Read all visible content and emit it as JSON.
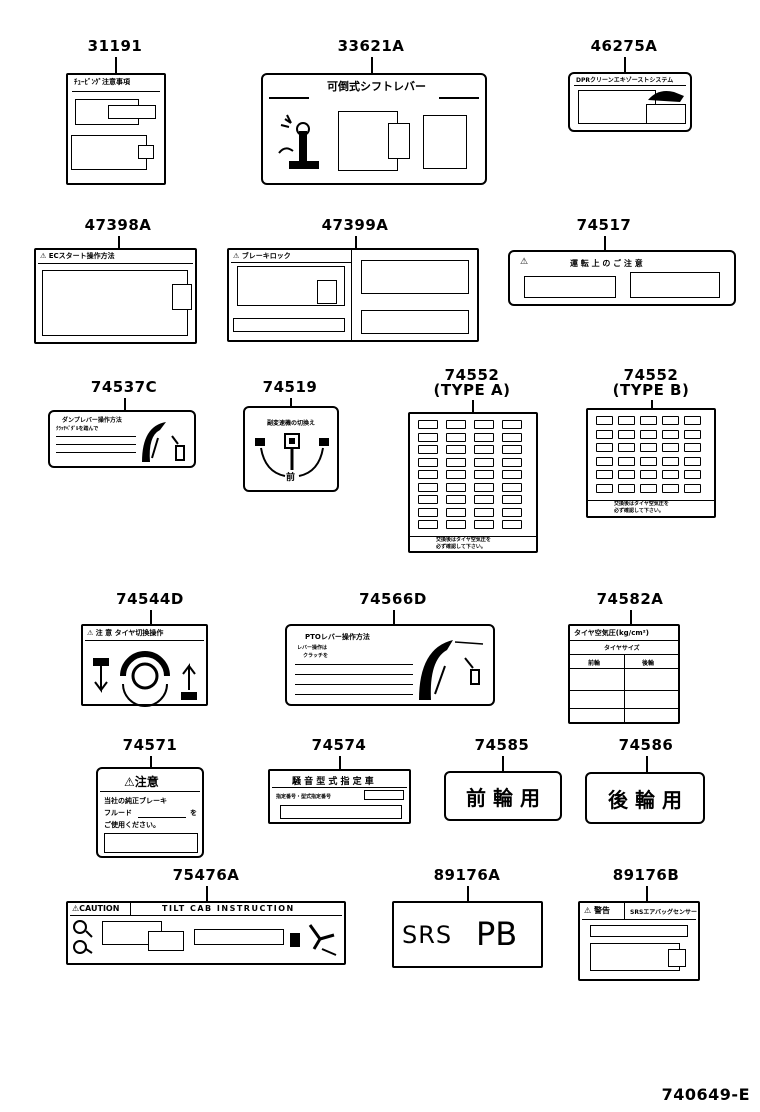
{
  "drawing_number": "740649-E",
  "labels": {
    "l31191": {
      "part_no": "31191",
      "title": "ﾁｭｰﾋﾞﾝｸﾞ注意事項"
    },
    "l33621a": {
      "part_no": "33621A",
      "title": "可倒式シフトレバー"
    },
    "l46275a": {
      "part_no": "46275A",
      "title": "DPRクリーンエキゾーストシステム"
    },
    "l47398a": {
      "part_no": "47398A",
      "title": "ECスタート操作方法"
    },
    "l47399a": {
      "part_no": "47399A",
      "title": "ブレーキロック"
    },
    "l74517": {
      "part_no": "74517",
      "title": "運 転 上 の ご 注 意"
    },
    "l74537c": {
      "part_no": "74537C",
      "title": "ダンプレバー操作方法",
      "sub": "ｸﾗｯﾁﾍﾟﾀﾞﾙを踏んで"
    },
    "l74519": {
      "part_no": "74519",
      "title": "副変速機の切換え",
      "sub": "前"
    },
    "l74552a": {
      "part_no": "74552",
      "type": "(TYPE A)",
      "footer1": "交換後はタイヤ空気圧を",
      "footer2": "必ず確認して下さい。"
    },
    "l74552b": {
      "part_no": "74552",
      "type": "(TYPE B)",
      "footer1": "交換後はタイヤ空気圧を",
      "footer2": "必ず確認して下さい。"
    },
    "l74544d": {
      "part_no": "74544D",
      "title": "注 意   タイヤ切換操作"
    },
    "l74566d": {
      "part_no": "74566D",
      "title": "PTOレバー操作方法",
      "line1": "レバー操作は",
      "line2": "クラッチを"
    },
    "l74582a": {
      "part_no": "74582A",
      "title": "タイヤ空気圧(kg/cm²)",
      "sub": "タイヤサイズ",
      "col1": "前輪",
      "col2": "後輪"
    },
    "l74571": {
      "part_no": "74571",
      "title": "注意",
      "line1": "当社の純正ブレーキ",
      "line2": "フルード",
      "line2b": "を",
      "line3": "ご使用ください。"
    },
    "l74574": {
      "part_no": "74574",
      "title": "騒 音 型 式 指 定 車",
      "line1": "指定番号・型式指定番号"
    },
    "l74585": {
      "part_no": "74585",
      "text": "前 輪 用"
    },
    "l74586": {
      "part_no": "74586",
      "text": "後 輪 用"
    },
    "l75476a": {
      "part_no": "75476A",
      "caution": "CAUTION",
      "title": "TILT CAB INSTRUCTION"
    },
    "l89176a": {
      "part_no": "89176A",
      "text1": "SRS",
      "text2": "PB"
    },
    "l89176b": {
      "part_no": "89176B",
      "title": "警告",
      "title2": "SRSエアバッグセンサー"
    }
  }
}
